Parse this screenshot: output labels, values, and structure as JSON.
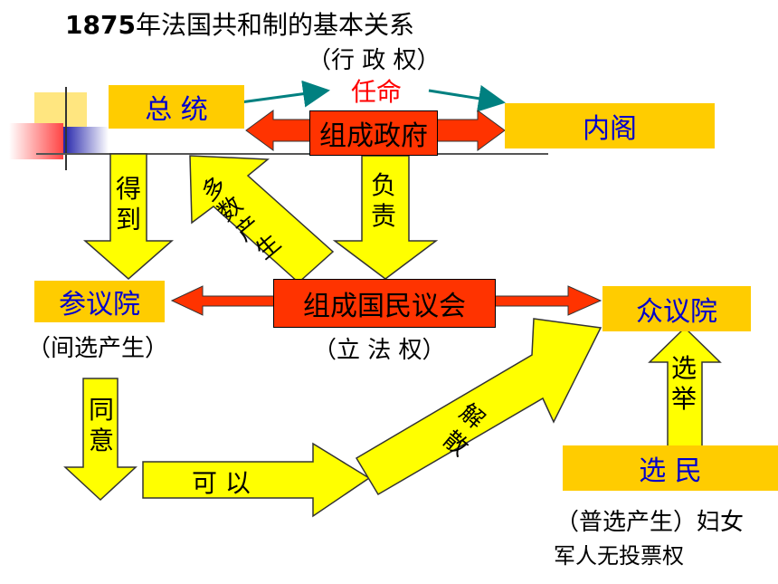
{
  "title": {
    "number": "1875",
    "text": "年法国共和制的基本关系"
  },
  "executive_label": "（行 政 权）",
  "appoint_label": "任命",
  "president": "总 统",
  "cabinet": "内阁",
  "form_government": "组成政府",
  "obtain": [
    "得",
    "到"
  ],
  "majority_produce": [
    "多",
    "数",
    "产",
    "生"
  ],
  "responsible": [
    "负",
    "责"
  ],
  "senate": "参议院",
  "senate_note": "（间选产生）",
  "form_national_assembly": "组成国民议会",
  "legislative_label": "（立 法 权）",
  "chamber_of_deputies": "众议院",
  "agree": [
    "同",
    "意"
  ],
  "can": "可 以",
  "dissolve": [
    "解",
    "散"
  ],
  "elect": [
    "选",
    "举"
  ],
  "voters": "选          民",
  "voters_note_1": "（普选产生）妇女",
  "voters_note_2": "军人无投票权",
  "colors": {
    "box": "#ffcc00",
    "arrow": "#ffff00",
    "red": "#ff3300",
    "blue_text": "#0000cc",
    "teal": "#008080"
  }
}
